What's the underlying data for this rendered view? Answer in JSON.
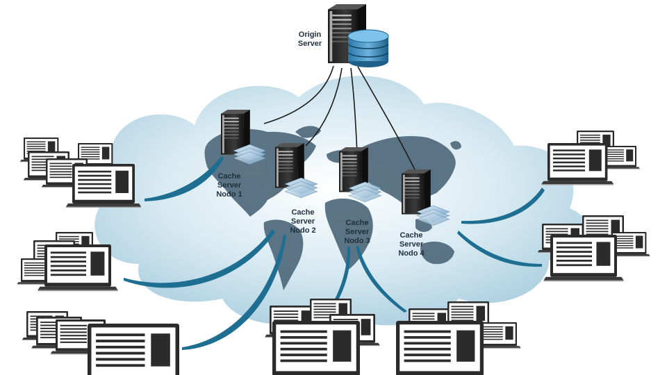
{
  "origin": {
    "line1": "Origin",
    "line2": "Server"
  },
  "caches": [
    {
      "line1": "Cache",
      "line2": "Server",
      "line3": "Nodo 1"
    },
    {
      "line1": "Cache",
      "line2": "Server",
      "line3": "Nodo 2"
    },
    {
      "line1": "Cache",
      "line2": "Server",
      "line3": "Nodo 3"
    },
    {
      "line1": "Cache",
      "line2": "Server",
      "line3": "Nodo 4"
    }
  ],
  "colors": {
    "cloud": "#bcd9e6",
    "continents": "#4f6a7c",
    "curve": "#1e6e92",
    "server_body": "#262626",
    "database": "#3d8fc0",
    "laptop_frame": "#2b2b2b",
    "laptop_screen": "#ffffff"
  },
  "icons": [
    "server-icon",
    "database-icon",
    "laptop-icon",
    "cloud-icon",
    "world-map-icon"
  ]
}
